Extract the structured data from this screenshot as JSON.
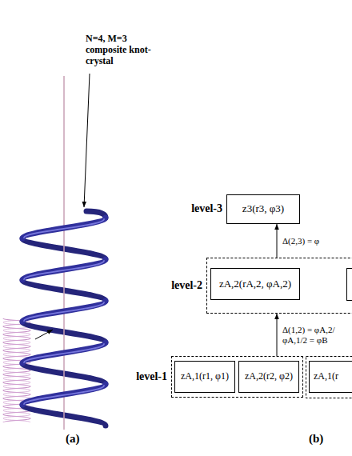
{
  "diagram": {
    "nodes": [
      {
        "text": [
          "level-3",
          "z3(r3, φ3)"
        ]
      },
      {
        "text": [
          "level-2"
        ]
      },
      {
        "text": [
          "zA,2(rA,2, φA,2)"
        ],
        "in": 1
      },
      {
        "text": [
          "level-1"
        ]
      },
      {
        "text": [
          "zA,1(r1, φ1)"
        ],
        "in": 3
      },
      {
        "text": [
          "zA,2(r2, φ2)"
        ],
        "in": 3
      },
      {
        "text": [
          "zA,1(r"
        ]
      }
    ],
    "edges": [
      {
        "from": 3,
        "to": 1,
        "arrow": "to",
        "label": "Δ(1,2) = φA,2/φA,1/2 = φB"
      },
      {
        "from": 1,
        "to": 0,
        "arrow": "to",
        "label": "Δ(2,3) = φ"
      }
    ],
    "labels": [
      "N=4, M=3 composite knot-crystal",
      "(a)",
      "(b)"
    ]
  }
}
